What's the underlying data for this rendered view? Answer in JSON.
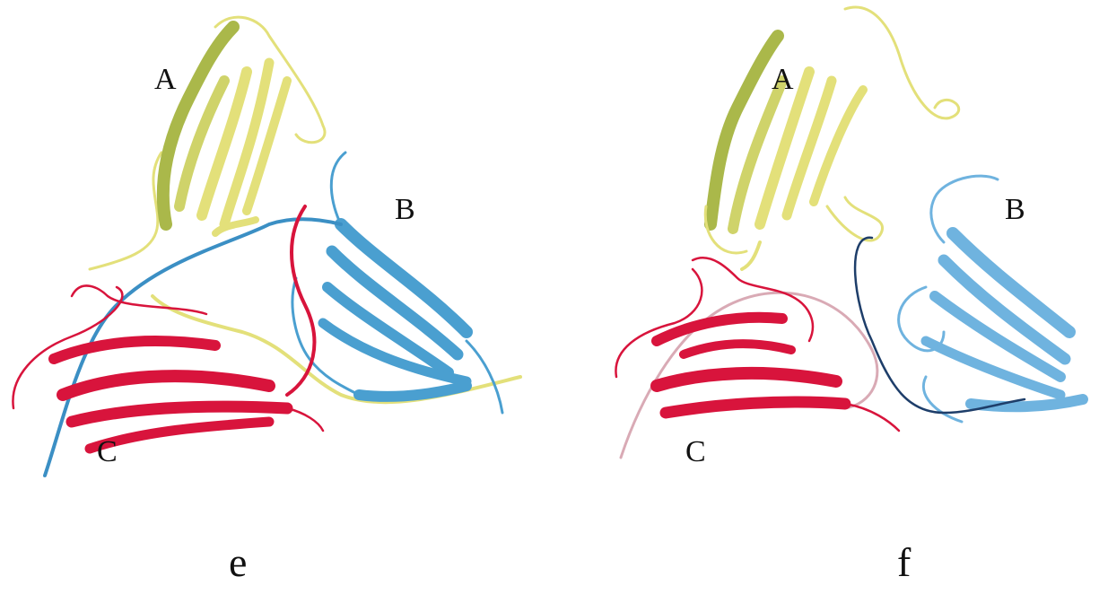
{
  "panels": [
    {
      "letter": "e",
      "chains": [
        "A",
        "B",
        "C"
      ]
    },
    {
      "letter": "f",
      "chains": [
        "A",
        "B",
        "C"
      ]
    }
  ],
  "colors": {
    "chain_a": "#e3e07a",
    "chain_a_shade": "#aab84a",
    "chain_b": "#4a9fd0",
    "chain_b_light": "#6fb3df",
    "chain_b_dark": "#1e3e6a",
    "chain_c": "#d8143c",
    "chain_c_light": "#d9aab5"
  }
}
